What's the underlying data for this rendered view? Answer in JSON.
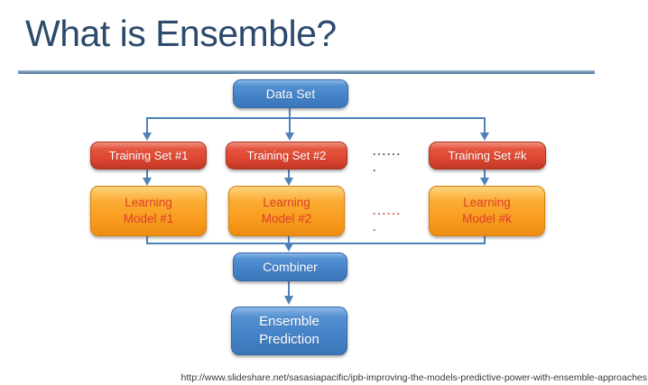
{
  "slide": {
    "title": "What is Ensemble?",
    "footer_url": "http://www.slideshare.net/sasasiapacific/ipb-improving-the-models-predictive-power-with-ensemble-approaches"
  },
  "diagram": {
    "data_set": {
      "label": "Data Set"
    },
    "training_sets": [
      {
        "label": "Training Set #1"
      },
      {
        "label": "Training Set #2"
      },
      {
        "label": "Training Set #k"
      }
    ],
    "learning_models": [
      {
        "line1": "Learning",
        "line2": "Model #1"
      },
      {
        "line1": "Learning",
        "line2": "Model #2"
      },
      {
        "line1": "Learning",
        "line2": "Model #k"
      }
    ],
    "ellipsis_training": {
      "line1": "......",
      "line2": "."
    },
    "ellipsis_models": {
      "line1": "......",
      "line2": "."
    },
    "combiner": {
      "label": "Combiner"
    },
    "ensemble_prediction": {
      "line1": "Ensemble",
      "line2": "Prediction"
    }
  },
  "colors": {
    "title": "#2d4a6d",
    "divider": "#6d92b8",
    "connector": "#4e81b8",
    "blue_node": "#4a86ca",
    "red_node": "#e04b38",
    "orange_node": "#f9a227",
    "model_text": "#dd3e2b",
    "ellipsis_training_dots": "#4a4a4a",
    "ellipsis_model_dots": "#c0504d",
    "footer_text": "#383838"
  }
}
